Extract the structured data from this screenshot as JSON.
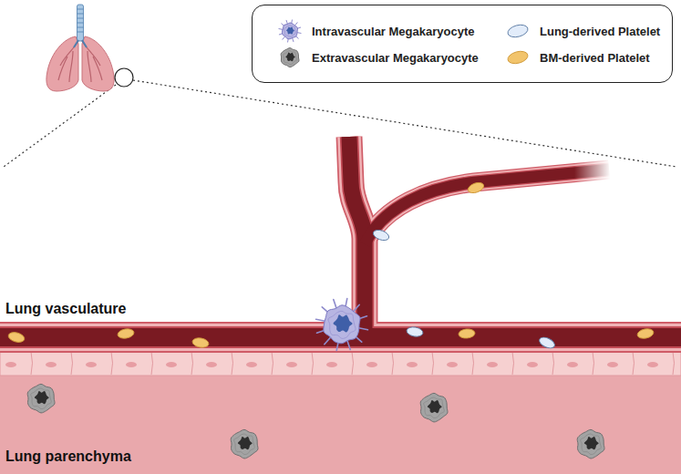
{
  "diagram": {
    "labels": [
      "Lung vasculature",
      "Lung parenchyma"
    ],
    "legend": [
      {
        "text": "Intravascular Megakaryocyte"
      },
      {
        "text": "Lung-derived Platelet"
      },
      {
        "text": "Extravascular Megakaryocyte"
      },
      {
        "text": "BM-derived Platelet"
      }
    ]
  }
}
